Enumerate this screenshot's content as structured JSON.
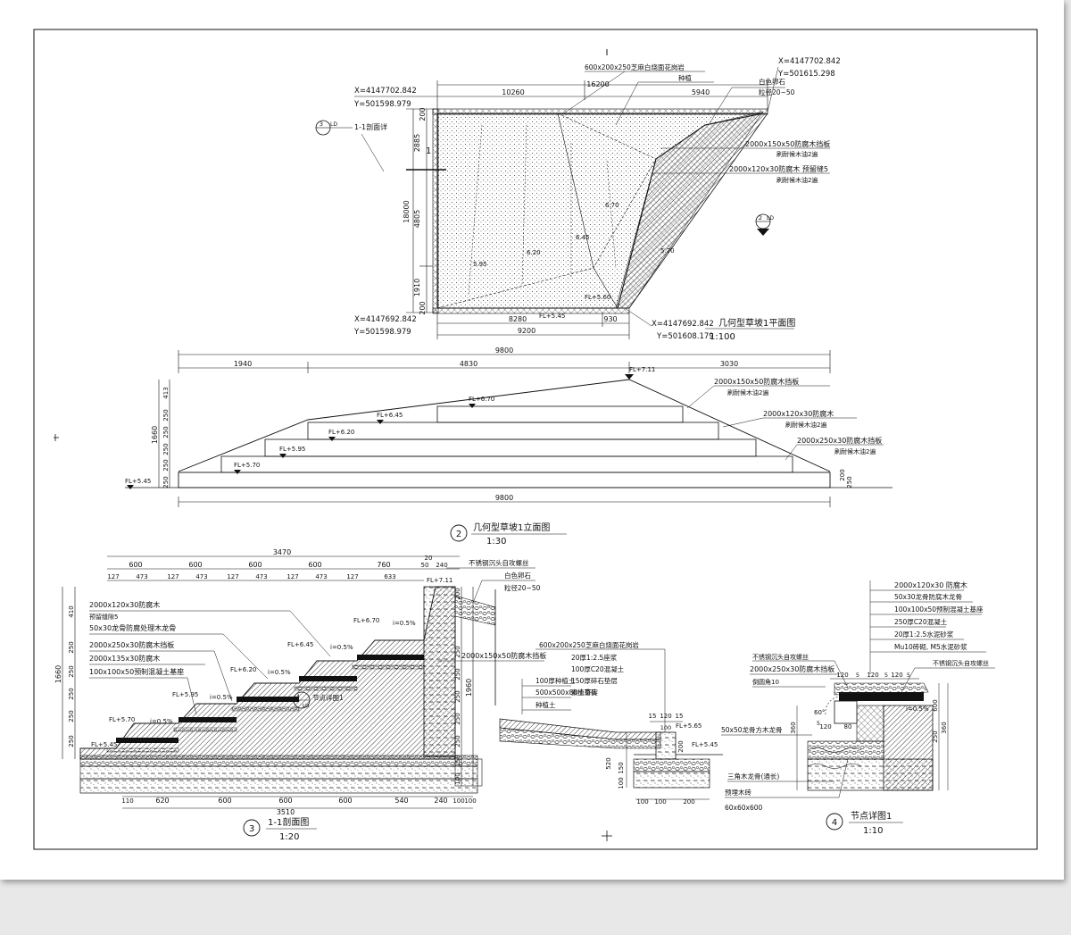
{
  "plan": {
    "coord_tl_x": "X=4147702.842",
    "coord_tl_y": "Y=501598.979",
    "coord_tr_x": "X=4147702.842",
    "coord_tr_y": "Y=501615.298",
    "coord_bl_x": "X=4147692.842",
    "coord_bl_y": "Y=501598.979",
    "coord_br_x": "X=4147692.842",
    "coord_br_y": "Y=501608.179",
    "title": "几何型草坡1平面图",
    "scale": "1:100",
    "section_marker": "1-1剖面详",
    "section_ref_num": "3",
    "section_ref_sheet": "LD",
    "elev_ref_num": "2",
    "elev_ref_sheet": "LD",
    "dim_top_a": "10260",
    "dim_top_b": "16200",
    "dim_top_c": "5940",
    "dim_bottom_a": "8280",
    "dim_bottom_b": "930",
    "dim_bottom_c": "9200",
    "dim_left_a": "2885",
    "dim_left_b": "4805",
    "dim_left_c": "1910",
    "dim_left_total": "18000",
    "dim_left_top": "200",
    "dim_left_bot": "200",
    "fl_bottom": "FL+5.45",
    "fl_mid": "FL+5.60",
    "note_top_1": "600x200x250芝麻白烧面花岗岩",
    "note_top_2": "种植",
    "note_r_1": "白色卵石",
    "note_r_2": "粒径20~50",
    "note_r_3": "2000x150x50防腐木挡板",
    "note_r_4": "刷耐候木油2遍",
    "note_r_5": "2000x120x30防腐木 预留缝5",
    "note_r_6": "刷耐候木油2遍",
    "val_1": "6.70",
    "val_2": "6.45",
    "val_3": "6.20",
    "val_4": "5.95",
    "val_5": "5.70",
    "val_6": "1",
    "val_7": "1"
  },
  "elevation": {
    "title": "几何型草坡1立面图",
    "scale": "1:30",
    "num": "2",
    "dim_total_top": "9800",
    "dim_total_bottom": "9800",
    "dim_a": "1940",
    "dim_b": "4830",
    "dim_c": "3030",
    "dim_v_total": "1660",
    "dim_v_1": "413",
    "dim_v_2": "250",
    "dim_v_3": "250",
    "dim_v_4": "250",
    "dim_v_5": "250",
    "dim_v_6": "250",
    "dim_r_1": "200",
    "dim_r_2": "250",
    "fl_top": "FL+7.11",
    "fl_1": "FL+6.70",
    "fl_2": "FL+6.45",
    "fl_3": "FL+6.20",
    "fl_4": "FL+5.95",
    "fl_5": "FL+5.70",
    "fl_base": "FL+5.45",
    "note_1": "2000x150x50防腐木挡板",
    "note_1b": "刷耐候木油2遍",
    "note_2": "2000x120x30防腐木",
    "note_2b": "刷耐候木油2遍",
    "note_3": "2000x250x30防腐木挡板",
    "note_3b": "刷耐候木油2遍"
  },
  "section": {
    "title": "1-1剖面图",
    "scale": "1:20",
    "num": "3",
    "dim_total_top": "3470",
    "dim_total_bottom": "3510",
    "top_dims": [
      "600",
      "600",
      "600",
      "600",
      "760",
      "50",
      "20",
      "240"
    ],
    "sub_dims": [
      "127",
      "473",
      "127",
      "473",
      "127",
      "473",
      "127",
      "473",
      "127",
      "633"
    ],
    "bottom_dims": [
      "110",
      "620",
      "600",
      "600",
      "600",
      "540",
      "240",
      "100",
      "100"
    ],
    "dim_v_total": "1660",
    "dim_v_list": [
      "410",
      "250",
      "250",
      "250",
      "250",
      "250"
    ],
    "dim_r_total": "1960",
    "dim_r_list": [
      "200",
      "250",
      "250",
      "250",
      "250",
      "250",
      "150",
      "100"
    ],
    "fl_list": [
      "FL+7.11",
      "FL+6.70",
      "FL+6.45",
      "FL+6.20",
      "FL+5.95",
      "FL+5.70",
      "FL+5.45"
    ],
    "slope_list": [
      "i=0.5%",
      "i=0.5%",
      "i=0.5%",
      "i=0.5%",
      "i=0.5%"
    ],
    "note_l1": "2000x120x30防腐木",
    "note_l2": "预留缝隙5",
    "note_l3": "50x30龙骨防腐处理木龙骨",
    "note_l4": "2000x250x30防腐木挡板",
    "note_l5": "2000x135x30防腐木",
    "note_l6": "100x100x50预制混凝土基座",
    "note_tr1": "不锈钢沉头自攻螺丝",
    "note_tr2": "白色卵石",
    "note_tr3": "粒径20~50",
    "note_r1": "2000x150x50防腐木挡板",
    "detail_ref": "节点详图1",
    "detail_num": "4",
    "detail_sheet": "LD"
  },
  "curb": {
    "note_1": "600x200x250芝麻白烧面花岗岩",
    "note_2": "20厚1:2.5座浆",
    "note_3": "100厚C20混凝土",
    "note_4": "150厚碎石垫层",
    "note_5": "素土夯实",
    "note_6": "100厚种植土",
    "note_7": "500x500x80植草砖",
    "note_8": "种植土",
    "fl_1": "FL+5.65",
    "fl_2": "FL+5.45",
    "dim_top": [
      "15",
      "120",
      "15"
    ],
    "dim_bottom": [
      "100",
      "100",
      "200"
    ],
    "dim_v": [
      "200",
      "520",
      "150",
      "100"
    ],
    "dim_h_small": "100"
  },
  "detail": {
    "title": "节点详图1",
    "scale": "1:10",
    "num": "4",
    "note_1": "2000x120x30 防腐木",
    "note_2": "50x30龙骨防腐木龙骨",
    "note_3": "100x100x50预制混凝土基座",
    "note_4": "250厚C20混凝土",
    "note_5": "20厚1:2.5水泥砂浆",
    "note_6": "Mu10砖砌, M5水泥砂浆",
    "note_7": "不锈钢沉头自攻螺丝",
    "note_8": "2000x250x30防腐木挡板",
    "note_9": "不锈钢沉头自攻螺丝",
    "note_10": "倒圆角10",
    "note_11": "50x50龙骨方木龙骨",
    "note_12": "三角木龙骨(通长)",
    "note_13": "预埋木砖",
    "note_14": "60x60x600",
    "slope": "i=0.5%",
    "dims_top": [
      "120",
      "5",
      "120",
      "5",
      "120",
      "5"
    ],
    "dims_v": [
      "360",
      "250",
      "360"
    ],
    "dims_small": [
      "5",
      "120",
      "80"
    ],
    "angle": "60°",
    "dim_right": "600"
  }
}
